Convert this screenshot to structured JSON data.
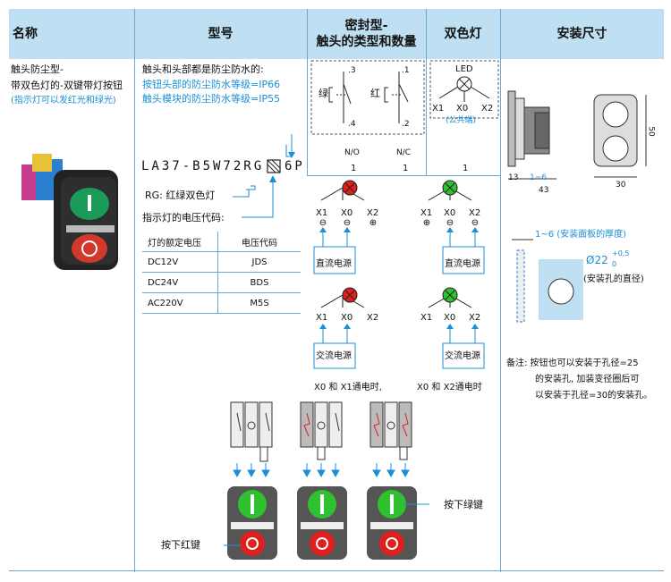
{
  "header": {
    "col_name": "名称",
    "col_model": "型号",
    "col_seal_line1": "密封型-",
    "col_seal_line2": "触头的类型和数量",
    "col_lamp": "双色灯",
    "col_install": "安装尺寸"
  },
  "product": {
    "line1": "触头防尘型-",
    "line2": "带双色灯的-双键带灯按钮",
    "line3": "(指示灯可以发红光和绿光)"
  },
  "model": {
    "desc1": "触头和头部都是防尘防水的:",
    "desc2": "按钮头部的防尘防水等级=IP66",
    "desc3": "触头模块的防尘防水等级=IP55",
    "code": "LA37-B5W72RG",
    "code_suffix": "6P",
    "rg_label": "RG: 红绿双色灯",
    "voltage_label": "指示灯的电压代码:",
    "table_head": [
      "灯的额定电压",
      "电压代码"
    ],
    "table_rows": [
      [
        "DC12V",
        "JDS"
      ],
      [
        "DC24V",
        "BDS"
      ],
      [
        "AC220V",
        "M5S"
      ]
    ]
  },
  "contacts": {
    "green": "绿",
    "red": "红",
    "no_label": "N/O",
    "nc_label": "N/C",
    "n1": "1",
    "n2": "1",
    "t3": ".3",
    "t4": ".4",
    "t1": ".1",
    "t2": ".2"
  },
  "lamp": {
    "led": "LED",
    "x1": "X1",
    "x0": "X0",
    "x2": "X2",
    "common": "(公共端)",
    "count": "1"
  },
  "wiring": {
    "x1": "X1",
    "x0": "X0",
    "x2": "X2",
    "dc": "直流电源",
    "ac": "交流电源",
    "caption_left": "X0 和 X1通电时,",
    "caption_right": "X0 和 X2通电时"
  },
  "press": {
    "red_label": "按下红键",
    "green_label": "按下绿键"
  },
  "install": {
    "dim13": "13",
    "dim16": "1~6",
    "dim43": "43",
    "dim30": "30",
    "dim50": "50",
    "panel_note": "1~6 (安装面板的厚度)",
    "hole_dia": "Ø22",
    "tol_up": "+0,5",
    "tol_low": "0",
    "hole_note": "(安装孔的直径)",
    "remark1": "备注: 按钮也可以安装于孔径=25",
    "remark2": "的安装孔, 加装变径圈后可",
    "remark3": "以安装于孔径=30的安装孔。"
  },
  "colors": {
    "header_bg": "#bfe0f2",
    "line": "#6aa8cc",
    "accent": "#1a8fd6",
    "red": "#e0201c",
    "green": "#2fc12f"
  }
}
